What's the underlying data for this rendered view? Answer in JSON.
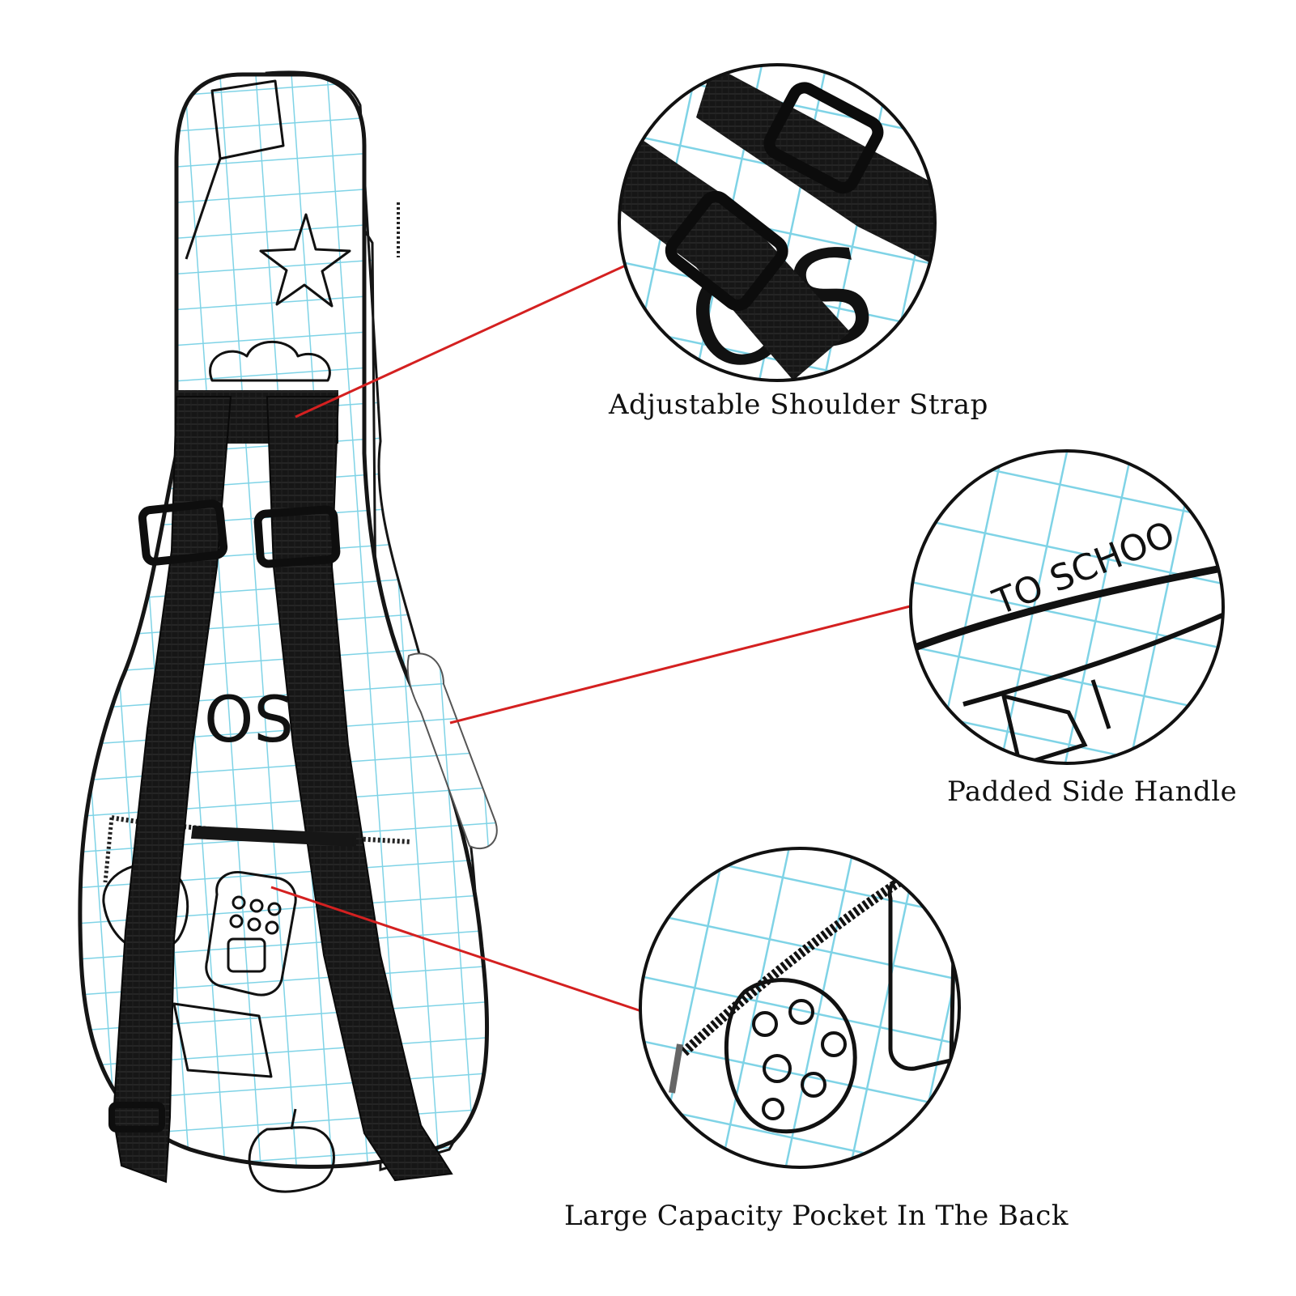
{
  "captions": {
    "strap": "Adjustable Shoulder Strap",
    "handle": "Padded Side Handle",
    "pocket": "Large Capacity Pocket In The Back"
  },
  "print_text": {
    "bag_letters": "OS",
    "handle_text": "TO SCHOO"
  },
  "colors": {
    "grid": "#7fd3e6",
    "strap": "#151515",
    "pointer_line": "#d42020",
    "ink": "#111111",
    "background": "#ffffff"
  }
}
